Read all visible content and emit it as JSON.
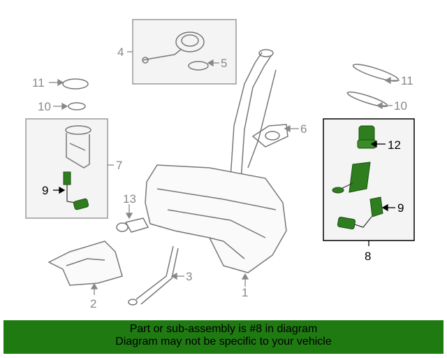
{
  "diagram": {
    "callouts": {
      "part1": "1",
      "part2": "2",
      "part3": "3",
      "part4": "4",
      "part5": "5",
      "part6": "6",
      "part7": "7",
      "part8": "8",
      "part9_left": "9",
      "part9_right": "9",
      "part10_left": "10",
      "part10_right": "10",
      "part11_left": "11",
      "part11_right": "11",
      "part12": "12",
      "part13": "13"
    },
    "colors": {
      "line_gray": "#8a8a8a",
      "highlight_green": "#2e7d1f",
      "box_gray": "#999999",
      "box_black": "#000000",
      "panel_fill": "#f4f4f4",
      "banner_green": "#1f7a12"
    }
  },
  "banner": {
    "line1": "Part or sub-assembly is #8 in diagram",
    "line2": "Diagram may not be specific to your vehicle"
  }
}
